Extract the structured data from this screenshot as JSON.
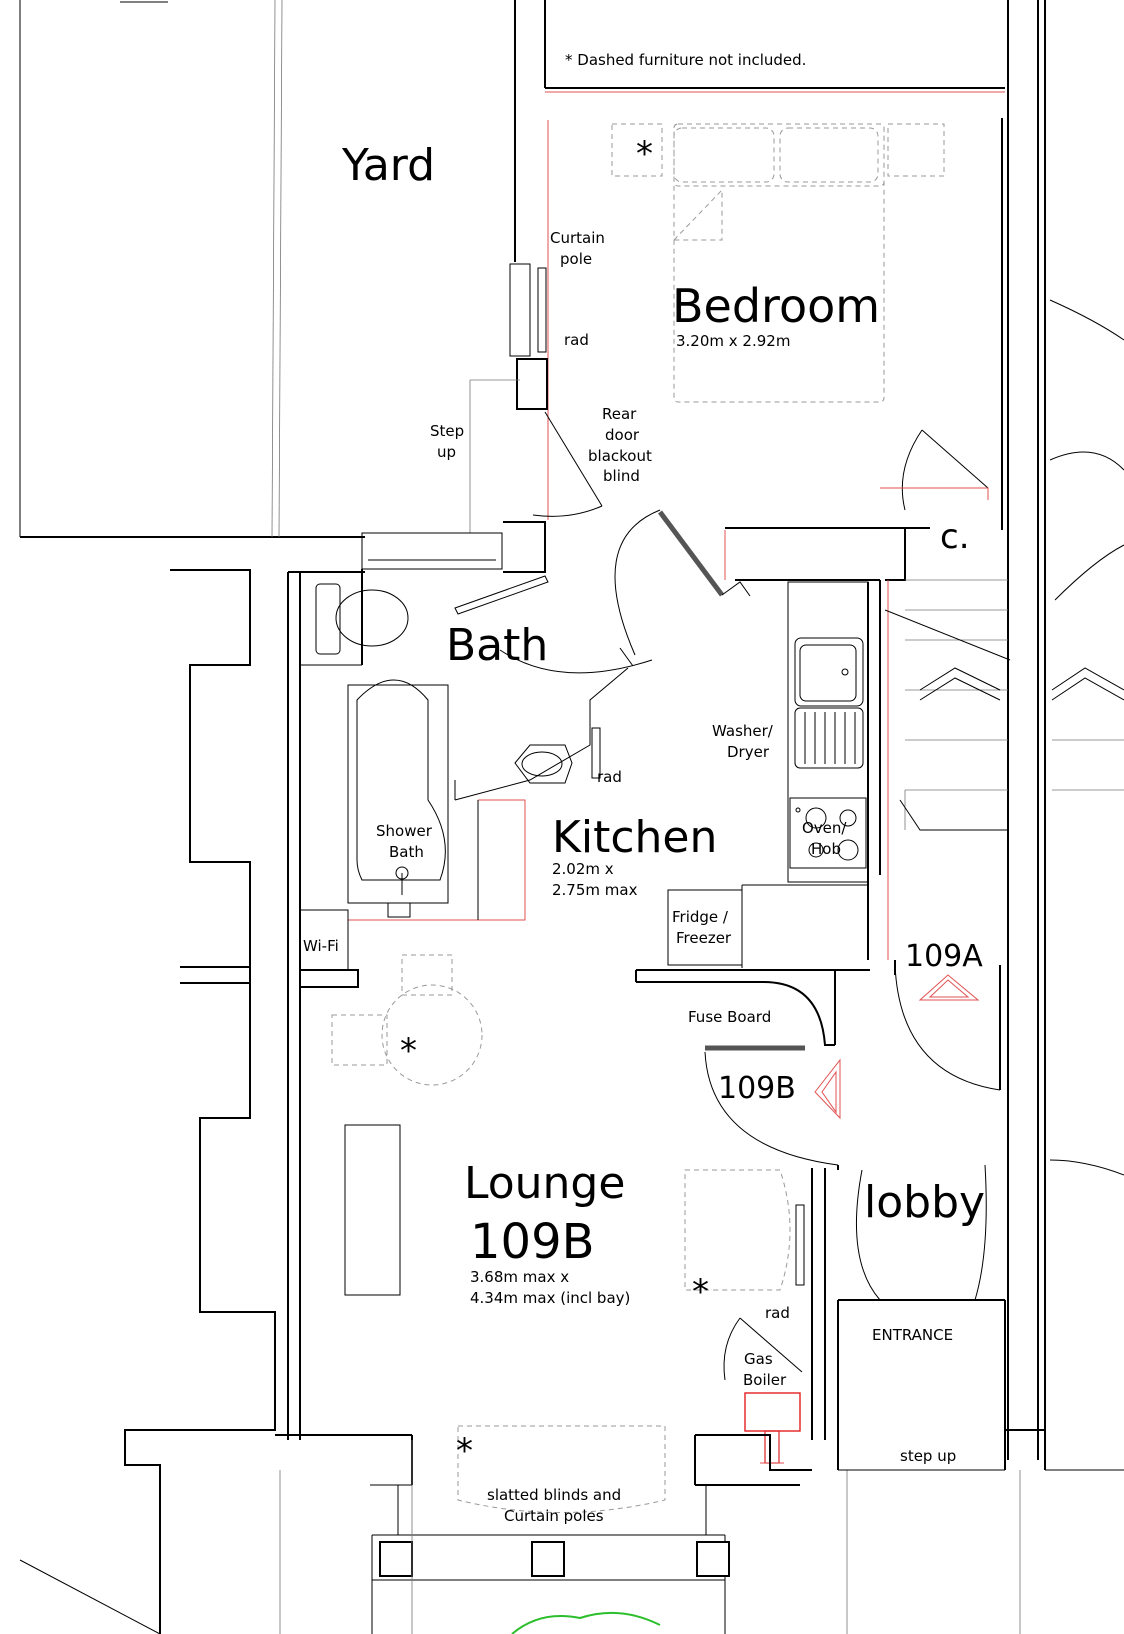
{
  "note": "* Dashed furniture not included.",
  "rooms": {
    "yard": "Yard",
    "bedroom": "Bedroom",
    "bedroom_dims": "3.20m x 2.92m",
    "bath": "Bath",
    "kitchen": "Kitchen",
    "kitchen_dims_1": "2.02m x",
    "kitchen_dims_2": "2.75m max",
    "lounge": "Lounge",
    "lounge_unit": "109B",
    "lounge_dims_1": "3.68m max x",
    "lounge_dims_2": "4.34m max (incl bay)",
    "lobby": "lobby",
    "cupboard": "c.",
    "entrance": "ENTRANCE"
  },
  "labels": {
    "curtain_pole_1": "Curtain",
    "curtain_pole_2": "pole",
    "rad": "rad",
    "step_up_1": "Step",
    "step_up_2": "up",
    "rear_door_1": "Rear",
    "rear_door_2": "door",
    "rear_door_3": "blackout",
    "rear_door_4": "blind",
    "washer_1": "Washer/",
    "washer_2": "Dryer",
    "oven_1": "Oven/",
    "oven_2": "Hob",
    "fridge_1": "Fridge /",
    "fridge_2": "Freezer",
    "shower_1": "Shower",
    "shower_2": "Bath",
    "wifi": "Wi-Fi",
    "fuse_board": "Fuse Board",
    "unit_a": "109A",
    "unit_b": "109B",
    "gas_1": "Gas",
    "gas_2": "Boiler",
    "blinds_1": "slatted blinds and",
    "blinds_2": "Curtain poles",
    "step_up_front": "step up",
    "asterisk": "*"
  }
}
